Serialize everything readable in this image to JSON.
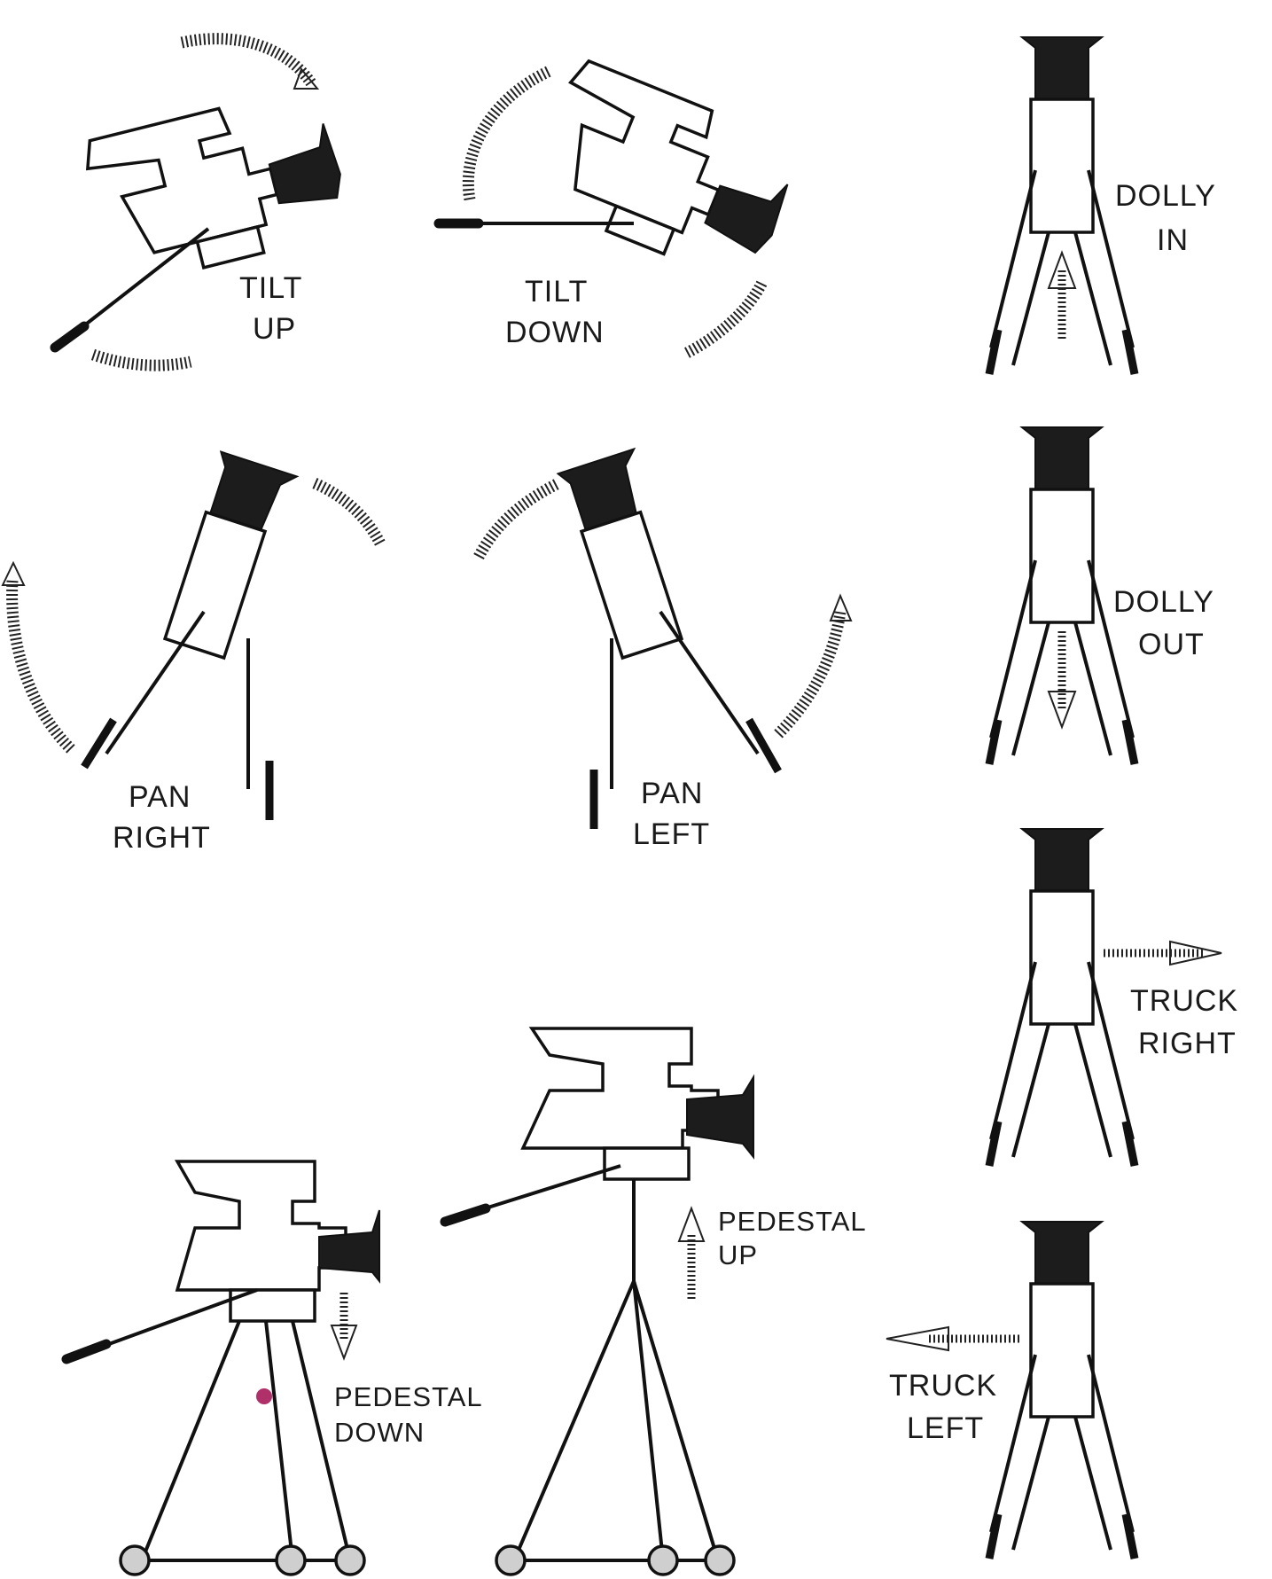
{
  "labels": {
    "tilt_up": [
      "TILT",
      "UP"
    ],
    "tilt_down": [
      "TILT",
      "DOWN"
    ],
    "pan_right": [
      "PAN",
      "RIGHT"
    ],
    "pan_left": [
      "PAN",
      "LEFT"
    ],
    "dolly_in": [
      "DOLLY",
      "IN"
    ],
    "dolly_out": [
      "DOLLY",
      "OUT"
    ],
    "truck_right": [
      "TRUCK",
      "RIGHT"
    ],
    "truck_left": [
      "TRUCK",
      "LEFT"
    ],
    "pedestal_down": [
      "PEDESTAL",
      "DOWN"
    ],
    "pedestal_up": [
      "PEDESTAL",
      "UP"
    ]
  },
  "colors": {
    "ink": "#111111",
    "background": "#ffffff",
    "mark": "#b0306a"
  }
}
